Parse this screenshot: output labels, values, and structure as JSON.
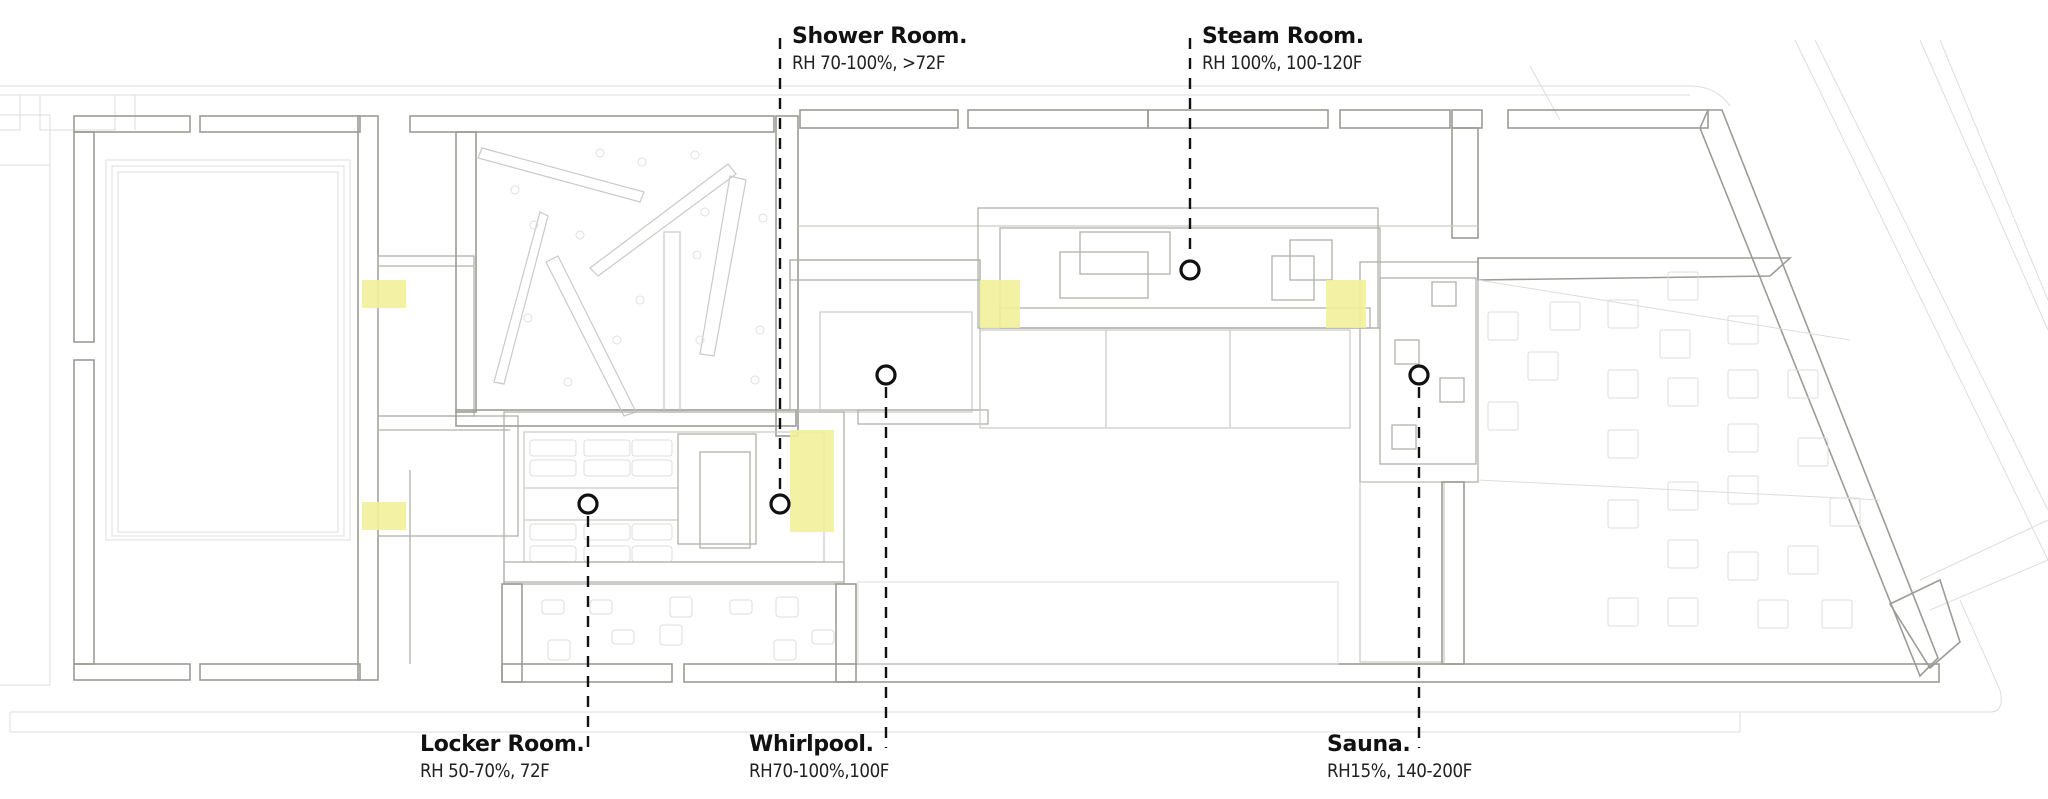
{
  "diagram": {
    "type": "spa-floor-plan",
    "accent_colors": {
      "door_highlight": "#f2ef9a",
      "wall_line": "#9c9c95",
      "marker": "#111111",
      "leader": "#111111"
    },
    "rooms": [
      {
        "id": "shower",
        "title": "Shower Room.",
        "spec": "RH 70-100%, >72F",
        "label_position": "top"
      },
      {
        "id": "steam",
        "title": "Steam Room.",
        "spec": "RH 100%, 100-120F",
        "label_position": "top"
      },
      {
        "id": "locker",
        "title": "Locker Room.",
        "spec": "RH 50-70%, 72F",
        "label_position": "bottom"
      },
      {
        "id": "whirlpool",
        "title": "Whirlpool.",
        "spec": "RH70-100%,100F",
        "label_position": "bottom"
      },
      {
        "id": "sauna",
        "title": "Sauna.",
        "spec": "RH15%, 140-200F",
        "label_position": "bottom"
      }
    ]
  }
}
